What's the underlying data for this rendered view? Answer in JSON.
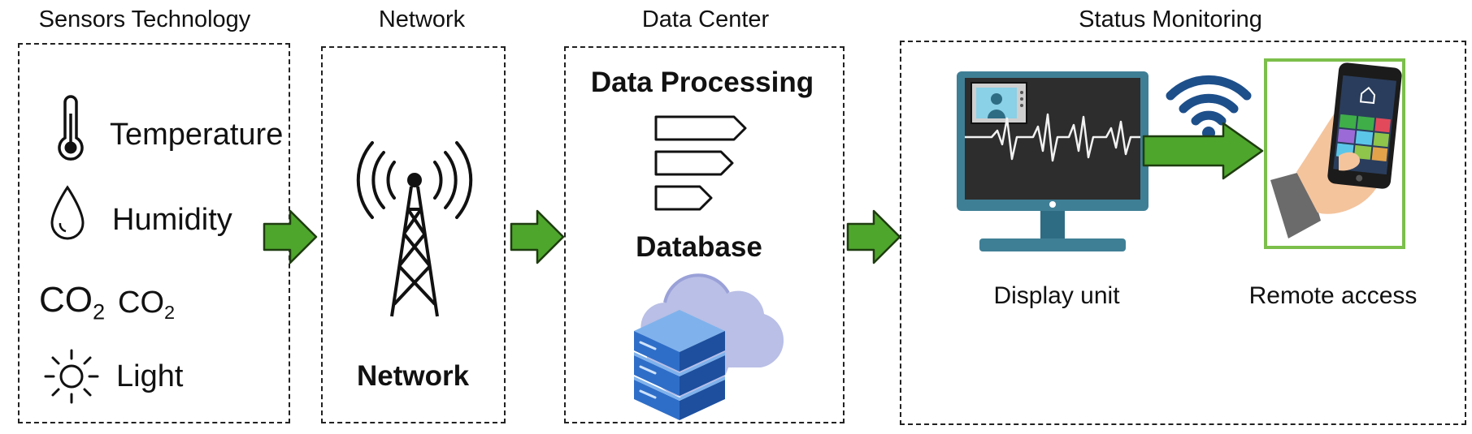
{
  "panels": {
    "sensors": {
      "title": "Sensors Technology"
    },
    "network": {
      "title": "Network",
      "label": "Network"
    },
    "datacenter": {
      "title": "Data Center",
      "processing_label": "Data Processing",
      "database_label": "Database"
    },
    "monitoring": {
      "title": "Status Monitoring",
      "display_caption": "Display unit",
      "remote_caption": "Remote access"
    }
  },
  "sensors": [
    {
      "label": "Temperature",
      "icon": "thermometer-icon"
    },
    {
      "label": "Humidity",
      "icon": "droplet-icon"
    },
    {
      "label": "CO",
      "subscript": "2",
      "icon": "co2-icon",
      "icon_text": "CO",
      "icon_sub": "2"
    },
    {
      "label": "Light",
      "icon": "sun-icon"
    }
  ],
  "colors": {
    "arrow_green": "#4ea62d",
    "arrow_outline": "#1f3d10",
    "monitor_frame": "#3f7f95",
    "screen_bg": "#2d2d2d",
    "wifi_blue": "#1d4f8a",
    "phone_frame": "#7cbf4b",
    "server_blue": "#3f7fd6",
    "cloud": "#b9bfe6"
  }
}
